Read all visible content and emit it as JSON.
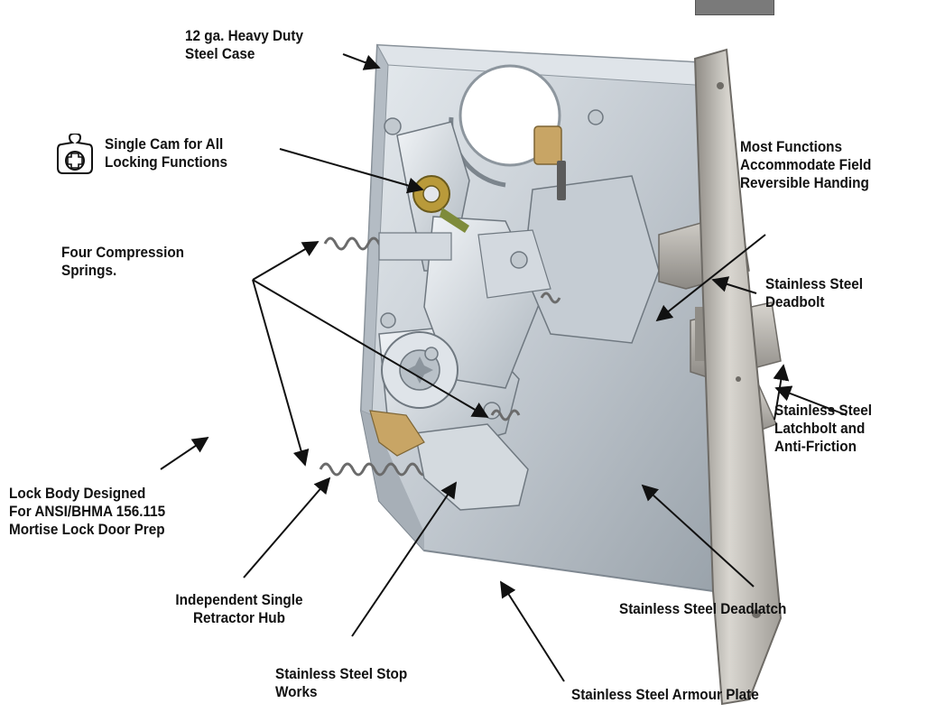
{
  "callouts": {
    "case": "12 ga. Heavy Duty\nSteel Case",
    "cam": "Single Cam for All\nLocking Functions",
    "springs": "Four Compression\nSprings.",
    "handing": "Most Functions\nAccommodate Field\nReversible Handing",
    "deadbolt": "Stainless Steel\nDeadbolt",
    "latchbolt": "Stainless Steel\nLatchbolt and\nAnti-Friction",
    "body": "Lock Body Designed\nFor ANSI/BHMA 156.115\nMortise Lock Door Prep",
    "hub": "Independent Single\nRetractor Hub",
    "deadlatch": "Stainless Steel Deadlatch",
    "stopworks": "Stainless Steel Stop\nWorks",
    "armour": "Stainless Steel Armour Plate"
  },
  "colors": {
    "case_steel": "#c9d1d9",
    "faceplate": "#b9b6b0",
    "text": "#111111"
  },
  "icons": [
    "lock-cylinder-icon"
  ]
}
